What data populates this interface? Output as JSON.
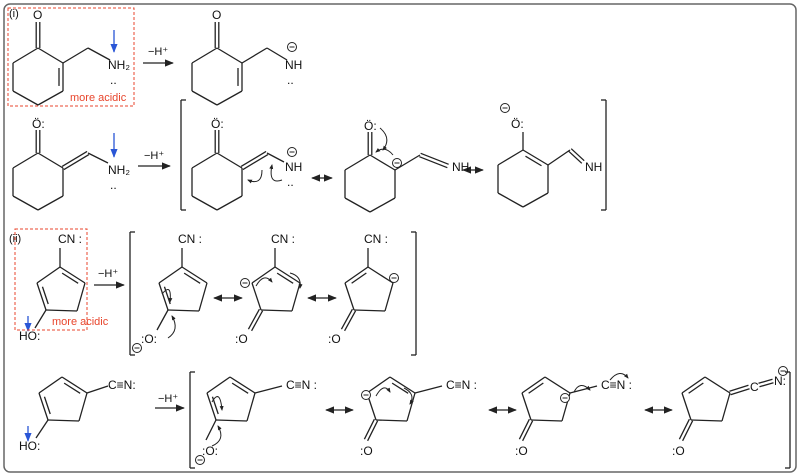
{
  "sections": {
    "i": {
      "label": "(i)",
      "annotation": "more acidic"
    },
    "ii": {
      "label": "(ii)",
      "annotation": "more acidic"
    }
  },
  "reagent": "−H⁺",
  "atoms": {
    "O": "O",
    "O_lp": "Ö:",
    "O_anion": ":O:",
    "O_keto": ":O",
    "NH2": "NH₂",
    "NH": "NH",
    "N_dots": "..",
    "CN": "CN :",
    "HO": "HO:",
    "nitrile": "C≡N:",
    "nitrile_spaced": "C≡N :",
    "C": "C",
    "N": "N:"
  },
  "colors": {
    "annotation": "#e8452c",
    "proton_arrow": "#2a56d6",
    "bonds": "#222222",
    "frame": "#666666"
  }
}
